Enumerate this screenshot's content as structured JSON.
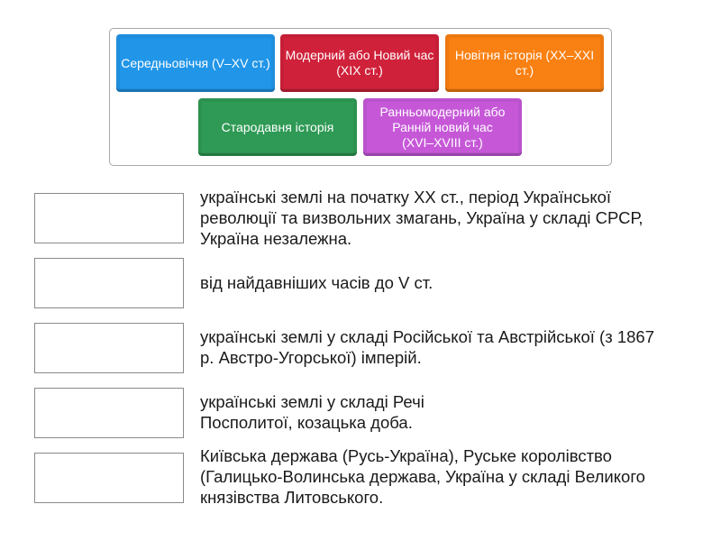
{
  "tiles": [
    {
      "label": "Середньовіччя (V–XV ст.)",
      "color": "#2196e8"
    },
    {
      "label": "Модерний або Новий час (XIX ст.)",
      "color": "#d0213a"
    },
    {
      "label": "Новітня історія (XX–XXI ст.)",
      "color": "#f98012"
    },
    {
      "label": "Стародавня історія",
      "color": "#2f9a55"
    },
    {
      "label": "Ранньомодерний або Ранній новий час (XVI–XVIII ст.)",
      "color": "#c658d8"
    }
  ],
  "rows": [
    {
      "text": "українські землі на початку XX ст., період Української революції та визвольних змагань, Україна у складі СРСР, Україна незалежна."
    },
    {
      "text": "від найдавніших часів до V ст."
    },
    {
      "text": "українські землі у складі Російської та Австрійської (з 1867 р. Австро-Угорської) імперій."
    },
    {
      "text": "українські землі у складі Речі Посполитої, козацька доба."
    },
    {
      "text": "Київська держава (Русь-Україна), Руське королівство (Галицько-Волинська держава, Україна у складі Великого князівства Литовського."
    }
  ]
}
